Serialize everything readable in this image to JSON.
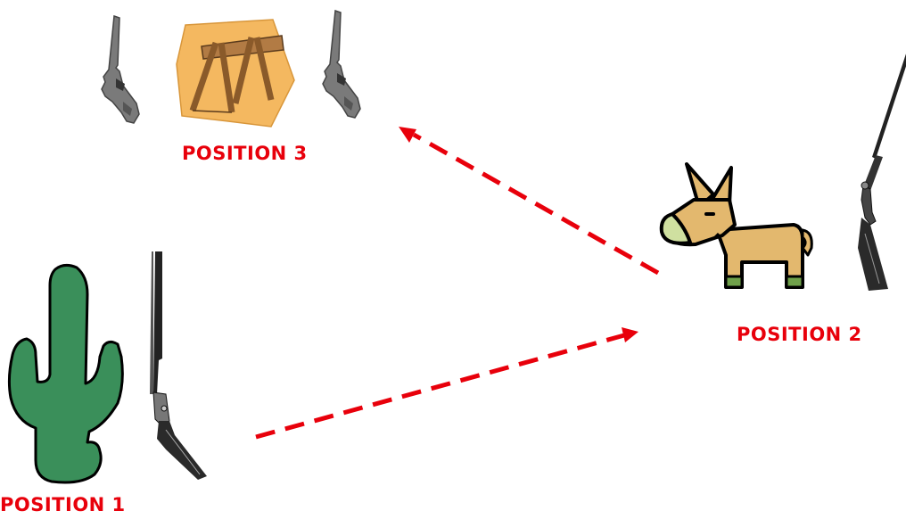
{
  "labels": {
    "position_1": "POSITION 1",
    "position_2": "POSITION 2",
    "position_3": "POSITION 3"
  },
  "colors": {
    "label": "#e8000b",
    "arrow": "#e8000b",
    "cactus": "#3a8f5a",
    "donkey_body": "#e3b86e",
    "donkey_muzzle": "#cfe0a0",
    "donkey_hoof": "#6fa04a",
    "sawhorse_shadow": "#f4b860",
    "sawhorse_wood": "#9a6a3a"
  },
  "icons": {
    "position_1": [
      "cactus-icon",
      "rifle-icon"
    ],
    "position_2": [
      "donkey-icon",
      "rifle-icon"
    ],
    "position_3": [
      "revolver-icon",
      "sawhorse-icon",
      "revolver-icon"
    ]
  },
  "arrows": [
    {
      "from": "position_1",
      "to": "position_2",
      "style": "dashed"
    },
    {
      "from": "position_2",
      "to": "position_3",
      "style": "dashed"
    }
  ]
}
